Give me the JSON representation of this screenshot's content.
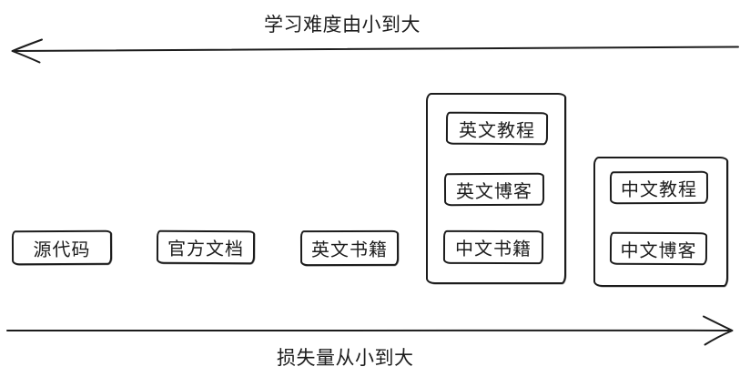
{
  "axes": {
    "top": {
      "label": "学习难度由小到大",
      "direction": "left"
    },
    "bottom": {
      "label": "损失量从小到大",
      "direction": "right"
    }
  },
  "boxes": [
    {
      "label": "源代码"
    },
    {
      "label": "官方文档"
    },
    {
      "label": "英文书籍"
    }
  ],
  "groups": [
    {
      "boxes": [
        {
          "label": "英文教程"
        },
        {
          "label": "英文博客"
        },
        {
          "label": "中文书籍"
        }
      ]
    },
    {
      "boxes": [
        {
          "label": "中文教程"
        },
        {
          "label": "中文博客"
        }
      ]
    }
  ],
  "colors": {
    "stroke": "#1c1c1c",
    "background": "#ffffff"
  }
}
